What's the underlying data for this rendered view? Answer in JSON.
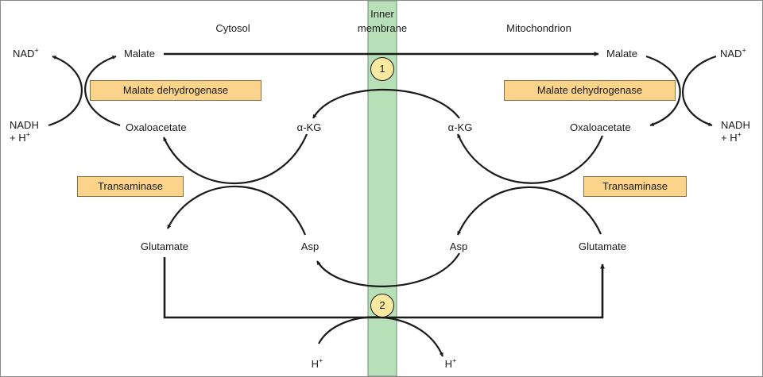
{
  "compartments": {
    "cytosol": "Cytosol",
    "membrane_line1": "Inner",
    "membrane_line2": "membrane",
    "mitochondrion": "Mitochondrion"
  },
  "metabolites": {
    "malate": "Malate",
    "oxaloacetate": "Oxaloacetate",
    "alpha_kg": "α-KG",
    "glutamate": "Glutamate",
    "asp": "Asp",
    "nad": "NAD",
    "nadh": "NADH",
    "plus_h": "+ H",
    "h": "H",
    "plus_sup": "+"
  },
  "enzymes": {
    "malate_dehydrogenase": "Malate dehydrogenase",
    "transaminase": "Transaminase"
  },
  "transporters": {
    "t1": "1",
    "t2": "2"
  },
  "colors": {
    "membrane_fill": "#b8e0b8",
    "enzyme_fill": "#fbd38a",
    "transporter_fill": "#fbe9a0",
    "stroke": "#1a1a1a"
  }
}
